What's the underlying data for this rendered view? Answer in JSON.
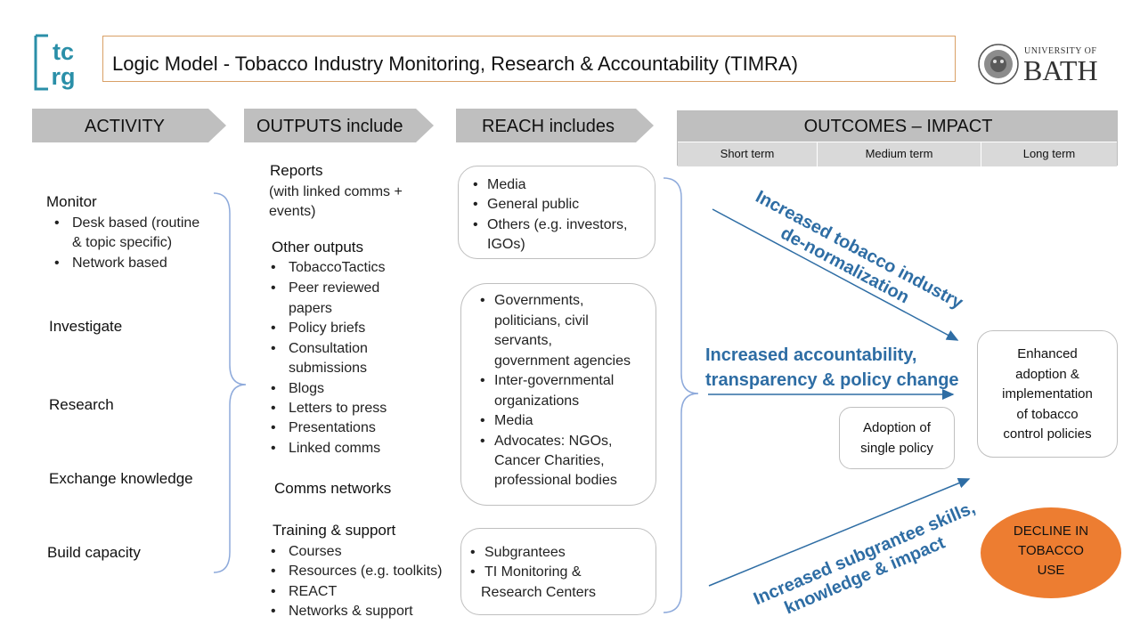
{
  "header": {
    "logo_lines": [
      "tc",
      "rg"
    ],
    "title": "Logic Model - Tobacco Industry Monitoring, Research & Accountability (TIMRA)",
    "university_lines": [
      "UNIVERSITY OF",
      "BATH"
    ],
    "colors": {
      "logo": "#2a8fa8",
      "title_border": "#d9a066"
    }
  },
  "columns": {
    "activity": "ACTIVITY",
    "outputs": "OUTPUTS include",
    "reach": "REACH includes",
    "outcomes": "OUTCOMES – IMPACT",
    "terms": [
      "Short term",
      "Medium term",
      "Long term"
    ]
  },
  "activity": {
    "monitor": {
      "title": "Monitor",
      "items": [
        "Desk based (routine",
        "& topic specific)",
        "Network based"
      ]
    },
    "investigate": "Investigate",
    "research": "Research",
    "exchange": "Exchange knowledge",
    "build": "Build capacity"
  },
  "outputs": {
    "reports_title": "Reports",
    "reports_note": [
      "(with linked comms +",
      "events)"
    ],
    "other_title": "Other outputs",
    "other_items": [
      "TobaccoTactics",
      "Peer reviewed",
      "papers",
      "Policy briefs",
      "Consultation",
      "submissions",
      "Blogs",
      "Letters to press",
      "Presentations",
      "Linked comms"
    ],
    "comms": "Comms networks",
    "training_title": "Training & support",
    "training_items": [
      "Courses",
      "Resources (e.g. toolkits)",
      "REACT",
      "Networks & support"
    ]
  },
  "reach": {
    "box1": [
      "Media",
      "General public",
      "Others (e.g. investors,",
      "IGOs)"
    ],
    "box2": [
      "Governments,",
      "politicians, civil",
      "servants,",
      "government agencies",
      "Inter-governmental",
      "organizations",
      "Media",
      "Advocates: NGOs,",
      "Cancer Charities,",
      "professional bodies"
    ],
    "box3": [
      "Subgrantees",
      "TI Monitoring &",
      "Research Centers"
    ]
  },
  "outcomes": {
    "denormalization": [
      "Increased tobacco industry",
      "de-normalization"
    ],
    "accountability": [
      "Increased accountability,",
      "transparency & policy change"
    ],
    "subgrantee": [
      "Increased subgrantee skills,",
      "knowledge & impact"
    ],
    "single_policy": [
      "Adoption of",
      "single policy"
    ],
    "enhanced": [
      "Enhanced",
      "adoption &",
      "implementation",
      "of tobacco",
      "control policies"
    ],
    "decline": [
      "DECLINE IN",
      "TOBACCO",
      "USE"
    ],
    "colors": {
      "accent": "#2e6da4",
      "decline": "#ed7d31",
      "chevron": "#bfbfbf"
    }
  }
}
